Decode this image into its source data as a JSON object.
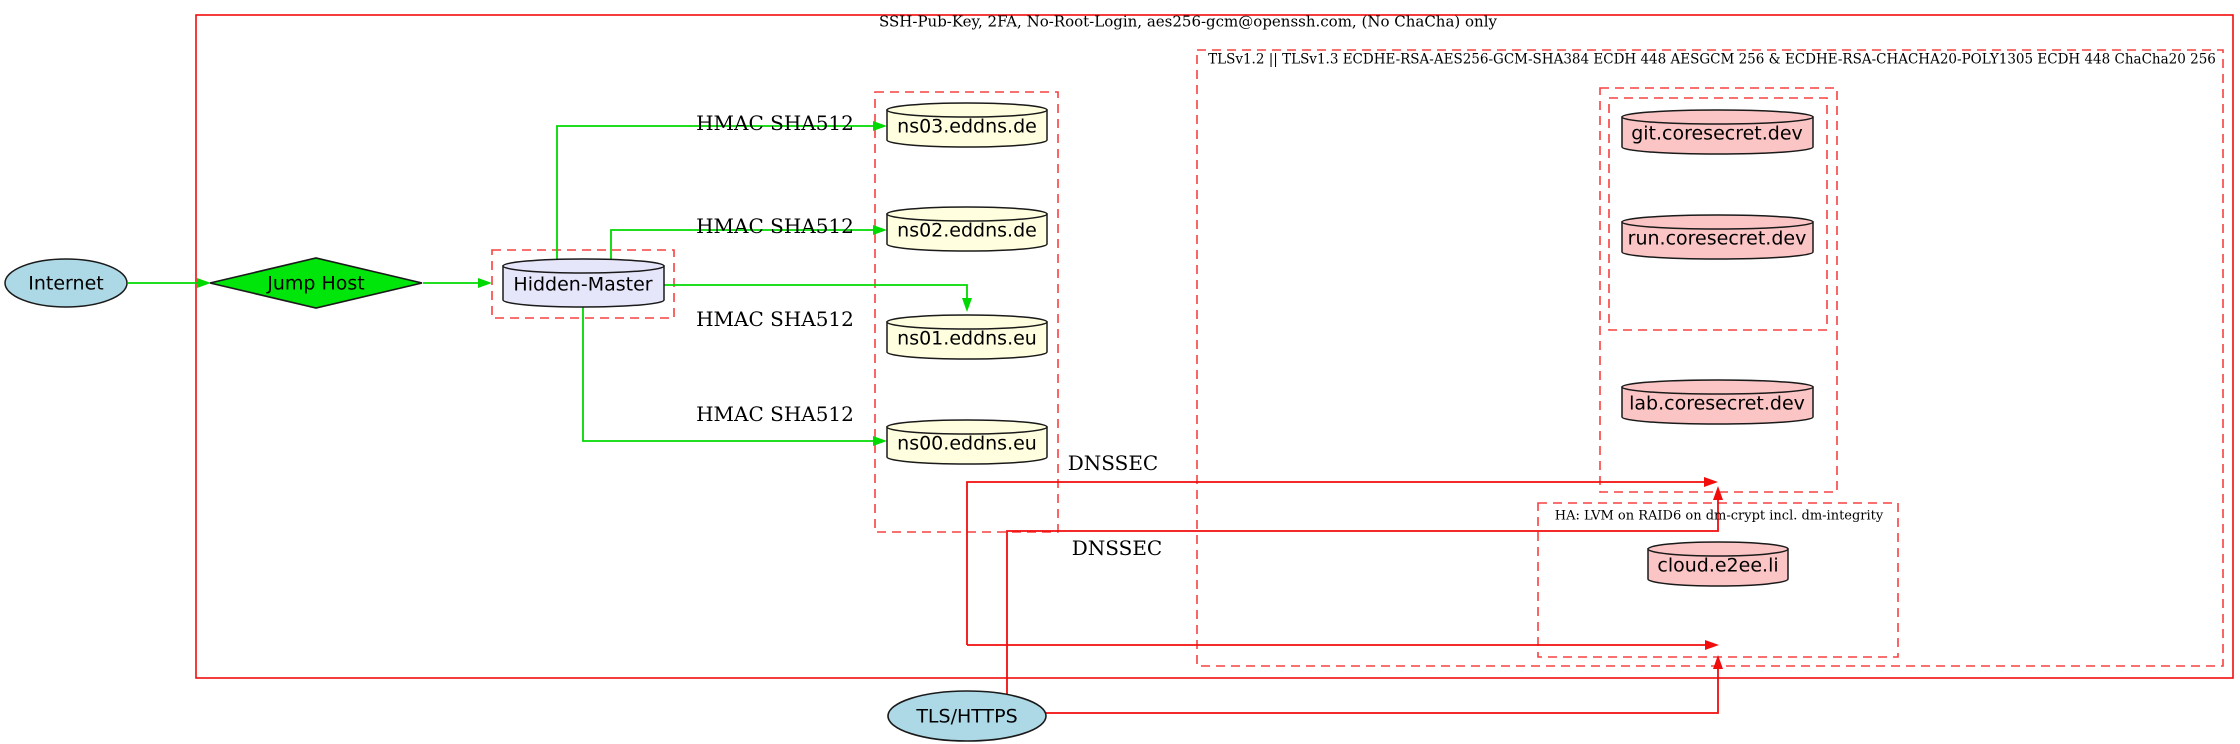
{
  "cluster_labels": {
    "outer": "SSH-Pub-Key, 2FA, No-Root-Login, aes256-gcm@openssh.com, (No ChaCha) only",
    "tls": "TLSv1.2 || TLSv1.3 ECDHE-RSA-AES256-GCM-SHA384 ECDH 448 AESGCM 256 & ECDHE-RSA-CHACHA20-POLY1305 ECDH 448 ChaCha20 256",
    "ha": "HA: LVM on RAID6 on dm-crypt incl. dm-integrity"
  },
  "nodes": {
    "internet": "Internet",
    "jump_host": "Jump Host",
    "hidden_master": "Hidden-Master",
    "ns03": "ns03.eddns.de",
    "ns02": "ns02.eddns.de",
    "ns01": "ns01.eddns.eu",
    "ns00": "ns00.eddns.eu",
    "git": "git.coresecret.dev",
    "run": "run.coresecret.dev",
    "lab": "lab.coresecret.dev",
    "cloud": "cloud.e2ee.li",
    "tls_https": "TLS/HTTPS"
  },
  "edge_labels": {
    "hmac": "HMAC SHA512",
    "dnssec": "DNSSEC"
  },
  "colors": {
    "node_blue": "#add8e6",
    "node_green": "#00e60a",
    "node_lavender": "#e6e6fa",
    "node_yellow": "#ffffdf",
    "node_pink": "#fbc5c5",
    "edge_green": "#00d900",
    "red_solid": "#f20d0d",
    "red_dashed": "#f74040",
    "node_stroke": "#1a1a1a"
  }
}
